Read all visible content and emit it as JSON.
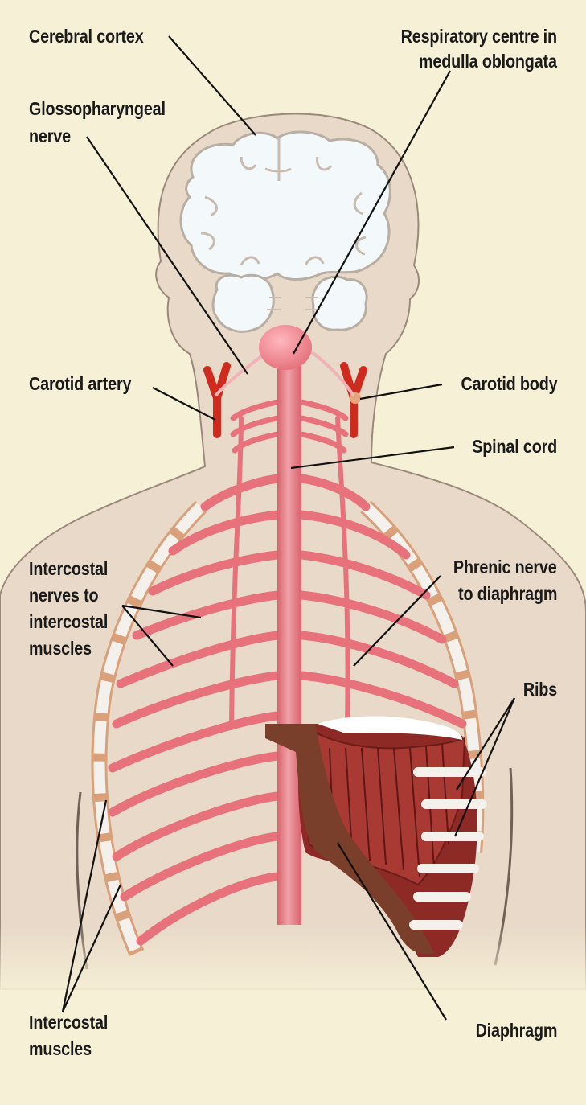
{
  "labels": {
    "cerebral_cortex": "Cerebral cortex",
    "respiratory_centre_l1": "Respiratory centre in",
    "respiratory_centre_l2": "medulla oblongata",
    "glossopharyngeal_l1": "Glossopharyngeal",
    "glossopharyngeal_l2": "nerve",
    "carotid_artery": "Carotid artery",
    "carotid_body": "Carotid body",
    "spinal_cord": "Spinal cord",
    "intercostal_nerves_l1": "Intercostal",
    "intercostal_nerves_l2": "nerves to",
    "intercostal_nerves_l3": "intercostal",
    "intercostal_nerves_l4": "muscles",
    "phrenic_l1": "Phrenic nerve",
    "phrenic_l2": "to diaphragm",
    "ribs": "Ribs",
    "intercostal_muscles_l1": "Intercostal",
    "intercostal_muscles_l2": "muscles",
    "diaphragm": "Diaphragm"
  },
  "colors": {
    "background": "#f6f0d6",
    "skin": "#e8d9c8",
    "skin_outline": "#9b8a7c",
    "nerve": "#e8727c",
    "nerve_dark": "#c9525e",
    "spinal_cord": "#e98a91",
    "brain_white": "#f3f8fa",
    "artery": "#cf2a1e",
    "diaphragm_muscle": "#8e2a26",
    "diaphragm_tendon": "#7a3f2a",
    "bone": "#f4f1ec",
    "leader_line": "#111111"
  }
}
